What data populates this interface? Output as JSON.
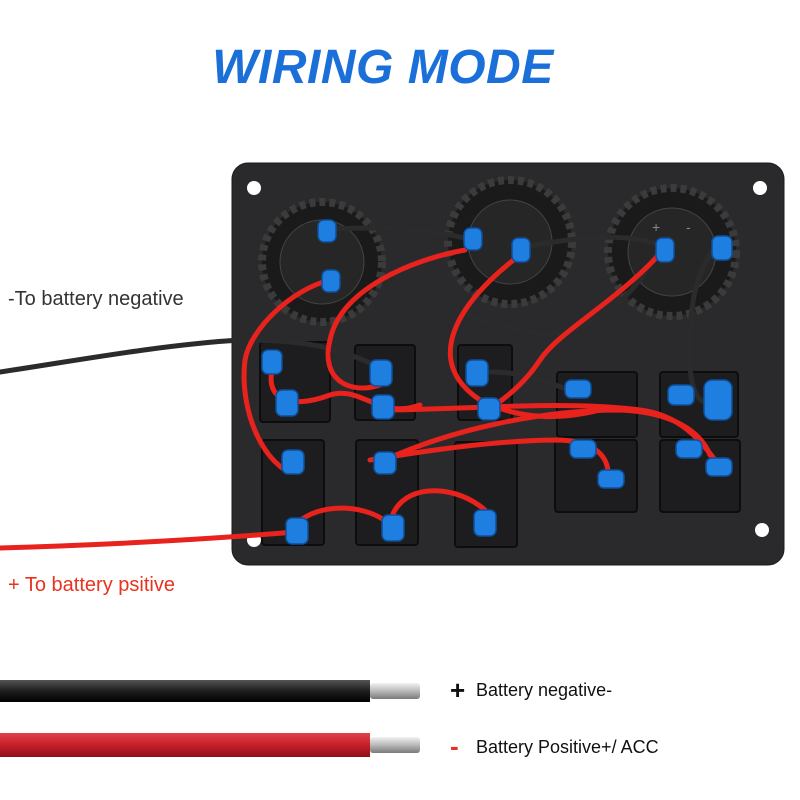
{
  "title": "WIRING MODE",
  "labels": {
    "to_negative": "-To battery negative",
    "to_positive": "+ To battery psitive"
  },
  "legend": [
    {
      "symbol": "+",
      "text": "Battery negative-",
      "wire_color": "#1e1e1e",
      "symbol_color": "#111111"
    },
    {
      "symbol": "-",
      "text": "Battery Positive+/ ACC",
      "wire_color": "#c61f2a",
      "symbol_color": "#e8331f"
    }
  ],
  "colors": {
    "title": "#1a6fd8",
    "panel": "#2a2a2c",
    "red_wire": "#e8221c",
    "black_wire": "#2b2b2b",
    "connector": "#1e7fe0"
  },
  "socket_markings": {
    "plus": "+",
    "minus": "-"
  }
}
